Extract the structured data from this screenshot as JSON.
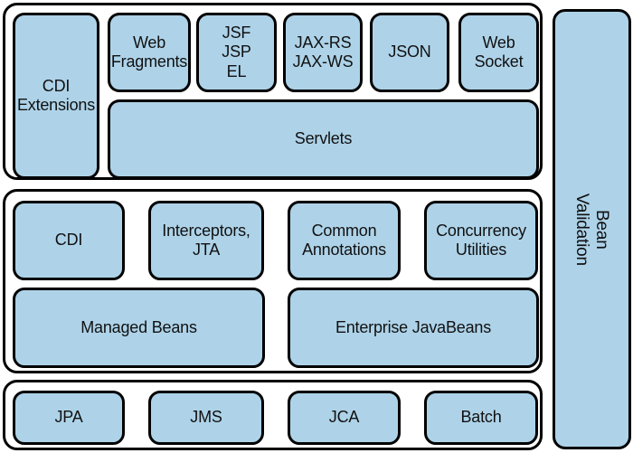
{
  "colors": {
    "box_fill": "#AED3E9",
    "border": "#000000",
    "background": "#FFFFFF"
  },
  "diagram": {
    "web_tier": {
      "cdi_extensions": "CDI\nExtensions",
      "boxes": [
        "Web\nFragments",
        "JSF\nJSP\nEL",
        "JAX-RS\nJAX-WS",
        "JSON",
        "Web\nSocket"
      ],
      "servlets": "Servlets"
    },
    "business_tier": {
      "row1": [
        "CDI",
        "Interceptors,\nJTA",
        "Common\nAnnotations",
        "Concurrency\nUtilities"
      ],
      "row2": [
        "Managed Beans",
        "Enterprise JavaBeans"
      ]
    },
    "integration_tier": {
      "boxes": [
        "JPA",
        "JMS",
        "JCA",
        "Batch"
      ]
    },
    "bean_validation": "Bean\nValidation"
  }
}
